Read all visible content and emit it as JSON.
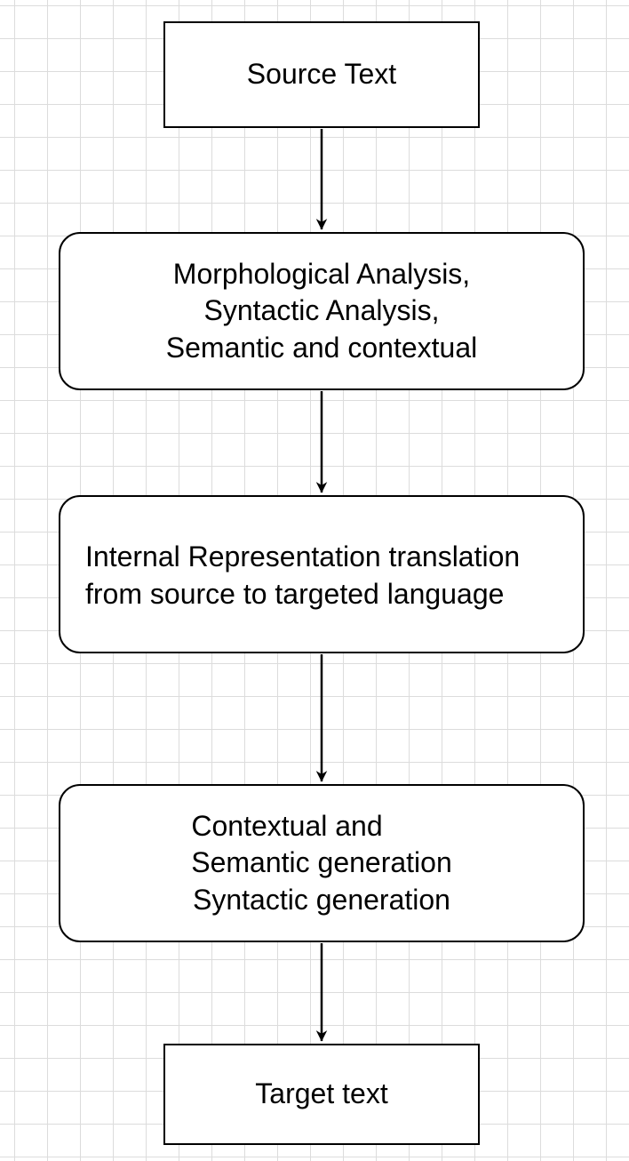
{
  "diagram": {
    "nodes": [
      {
        "id": "source-text",
        "lines": [
          "Source Text"
        ]
      },
      {
        "id": "analysis",
        "lines": [
          "Morphological Analysis,",
          "Syntactic Analysis,",
          "Semantic and contextual"
        ]
      },
      {
        "id": "internal-representation",
        "lines": [
          "Internal Representation translation",
          "from source to targeted language"
        ]
      },
      {
        "id": "generation",
        "lines": [
          "Contextual and",
          "Semantic generation",
          "Syntactic generation"
        ]
      },
      {
        "id": "target-text",
        "lines": [
          "Target text"
        ]
      }
    ],
    "edges": [
      {
        "from": "source-text",
        "to": "analysis"
      },
      {
        "from": "analysis",
        "to": "internal-representation"
      },
      {
        "from": "internal-representation",
        "to": "generation"
      },
      {
        "from": "generation",
        "to": "target-text"
      }
    ]
  }
}
